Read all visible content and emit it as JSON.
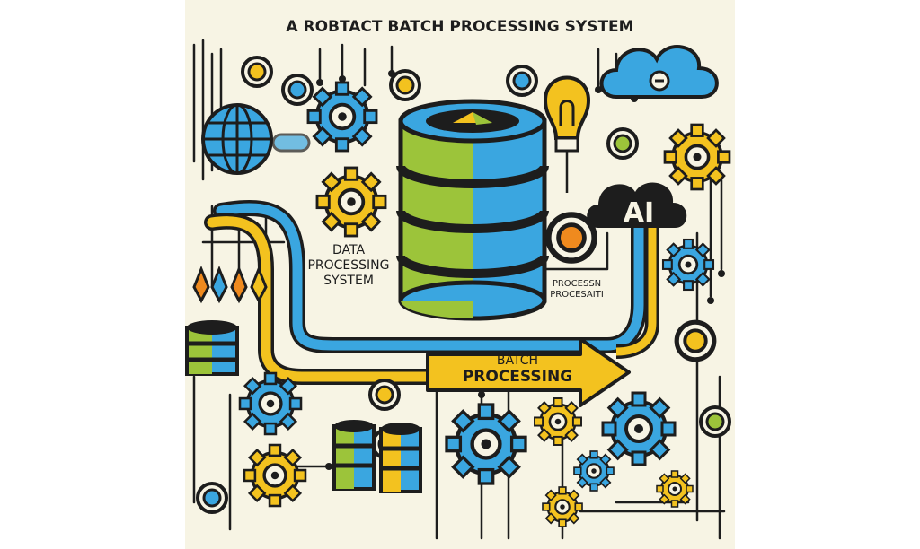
{
  "diagram": {
    "title": "A ROBTACT BATCH PROCESSING SYSTEM",
    "labels": {
      "data_processing_line1": "DATA",
      "data_processing_line2": "PROCESSING",
      "data_processing_line3": "SYSTEM",
      "ai_badge": "AI",
      "process_small_line1": "PROCESSN",
      "process_small_line2": "PROCESAITI",
      "batch_line1": "BATCH",
      "batch_line2": "PROCESSING"
    },
    "icons": [
      "database-icon",
      "globe-icon",
      "cloud-icon",
      "lightbulb-icon",
      "ai-cloud-icon",
      "gear-icon",
      "mini-database-icon",
      "arrow-icon"
    ]
  },
  "colors": {
    "background": "#f7f4e4",
    "blue": "#3aa6e0",
    "yellow": "#f3c21f",
    "green": "#9cc43a",
    "orange": "#ef8a1e",
    "outline": "#1d1d1d"
  }
}
